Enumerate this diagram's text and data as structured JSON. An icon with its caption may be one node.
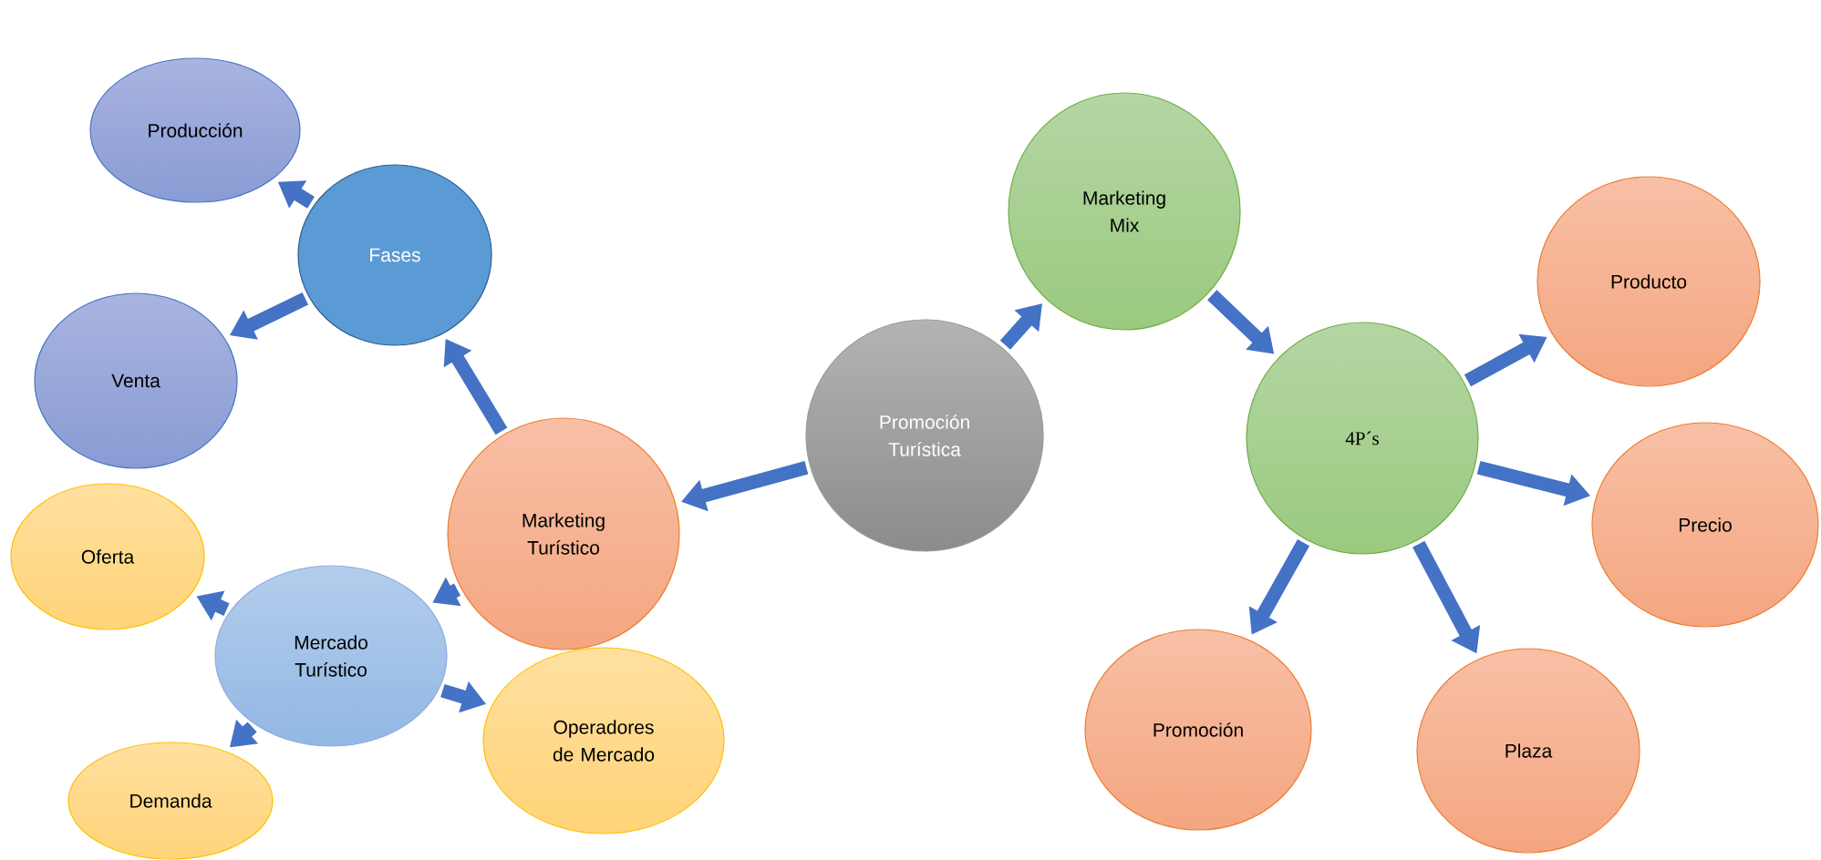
{
  "diagram": {
    "nodes": [
      {
        "text": [
          "Promoción Turística"
        ]
      },
      {
        "text": [
          "Marketing Turístico"
        ]
      },
      {
        "text": [
          "Fases"
        ]
      },
      {
        "text": [
          "Producción"
        ]
      },
      {
        "text": [
          "Venta"
        ]
      },
      {
        "text": [
          "Mercado Turístico"
        ]
      },
      {
        "text": [
          "Oferta"
        ]
      },
      {
        "text": [
          "Operadores de Mercado"
        ]
      },
      {
        "text": [
          "Demanda"
        ]
      },
      {
        "text": [
          "Marketing Mix"
        ]
      },
      {
        "text": [
          "4P´s"
        ]
      },
      {
        "text": [
          "Producto"
        ]
      },
      {
        "text": [
          "Precio"
        ]
      },
      {
        "text": [
          "Promoción"
        ]
      },
      {
        "text": [
          "Plaza"
        ]
      }
    ],
    "edges": [
      {
        "from": 0,
        "to": 1,
        "arrow": "to"
      },
      {
        "from": 1,
        "to": 2,
        "arrow": "to"
      },
      {
        "from": 2,
        "to": 3,
        "arrow": "to"
      },
      {
        "from": 2,
        "to": 4,
        "arrow": "to"
      },
      {
        "from": 1,
        "to": 5,
        "arrow": "to"
      },
      {
        "from": 5,
        "to": 6,
        "arrow": "to"
      },
      {
        "from": 5,
        "to": 7,
        "arrow": "to"
      },
      {
        "from": 5,
        "to": 8,
        "arrow": "to"
      },
      {
        "from": 0,
        "to": 9,
        "arrow": "to"
      },
      {
        "from": 9,
        "to": 10,
        "arrow": "to"
      },
      {
        "from": 10,
        "to": 11,
        "arrow": "to"
      },
      {
        "from": 10,
        "to": 12,
        "arrow": "to"
      },
      {
        "from": 10,
        "to": 13,
        "arrow": "to"
      },
      {
        "from": 10,
        "to": 14,
        "arrow": "to"
      }
    ]
  }
}
